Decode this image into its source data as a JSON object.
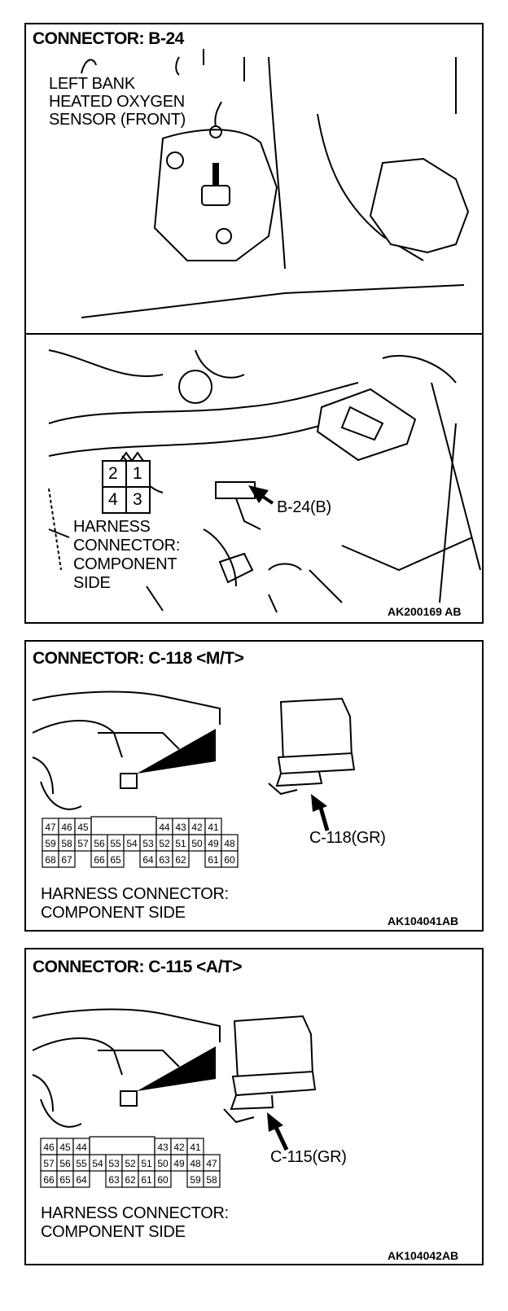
{
  "panel1": {
    "title": "CONNECTOR: B-24",
    "sensor_label": [
      "LEFT BANK",
      "HEATED OXYGEN",
      "SENSOR (FRONT)"
    ],
    "callout": "B-24(B)",
    "connector_pins": [
      "2",
      "1",
      "4",
      "3"
    ],
    "harness_label": [
      "HARNESS",
      "CONNECTOR:",
      "COMPONENT",
      "SIDE"
    ],
    "figure_code": "AK200169 AB"
  },
  "panel2": {
    "title": "CONNECTOR: C-118 <M/T>",
    "callout": "C-118(GR)",
    "harness_label": [
      "HARNESS CONNECTOR:",
      "COMPONENT SIDE"
    ],
    "figure_code": "AK104041AB",
    "pin_rows": [
      [
        "47",
        "46",
        "45",
        "",
        "",
        "",
        "",
        "44",
        "43",
        "42",
        "41"
      ],
      [
        "59",
        "58",
        "57",
        "56",
        "55",
        "54",
        "53",
        "52",
        "51",
        "50",
        "49",
        "48"
      ],
      [
        "68",
        "67",
        "",
        "66",
        "65",
        "",
        "64",
        "63",
        "62",
        "",
        "61",
        "60"
      ]
    ]
  },
  "panel3": {
    "title": "CONNECTOR: C-115 <A/T>",
    "callout": "C-115(GR)",
    "harness_label": [
      "HARNESS CONNECTOR:",
      "COMPONENT SIDE"
    ],
    "figure_code": "AK104042AB",
    "pin_rows": [
      [
        "46",
        "45",
        "44",
        "",
        "",
        "",
        "",
        "43",
        "42",
        "41"
      ],
      [
        "57",
        "56",
        "55",
        "54",
        "53",
        "52",
        "51",
        "50",
        "49",
        "48",
        "47"
      ],
      [
        "66",
        "65",
        "64",
        "",
        "63",
        "62",
        "61",
        "60",
        "",
        "59",
        "58"
      ]
    ]
  }
}
